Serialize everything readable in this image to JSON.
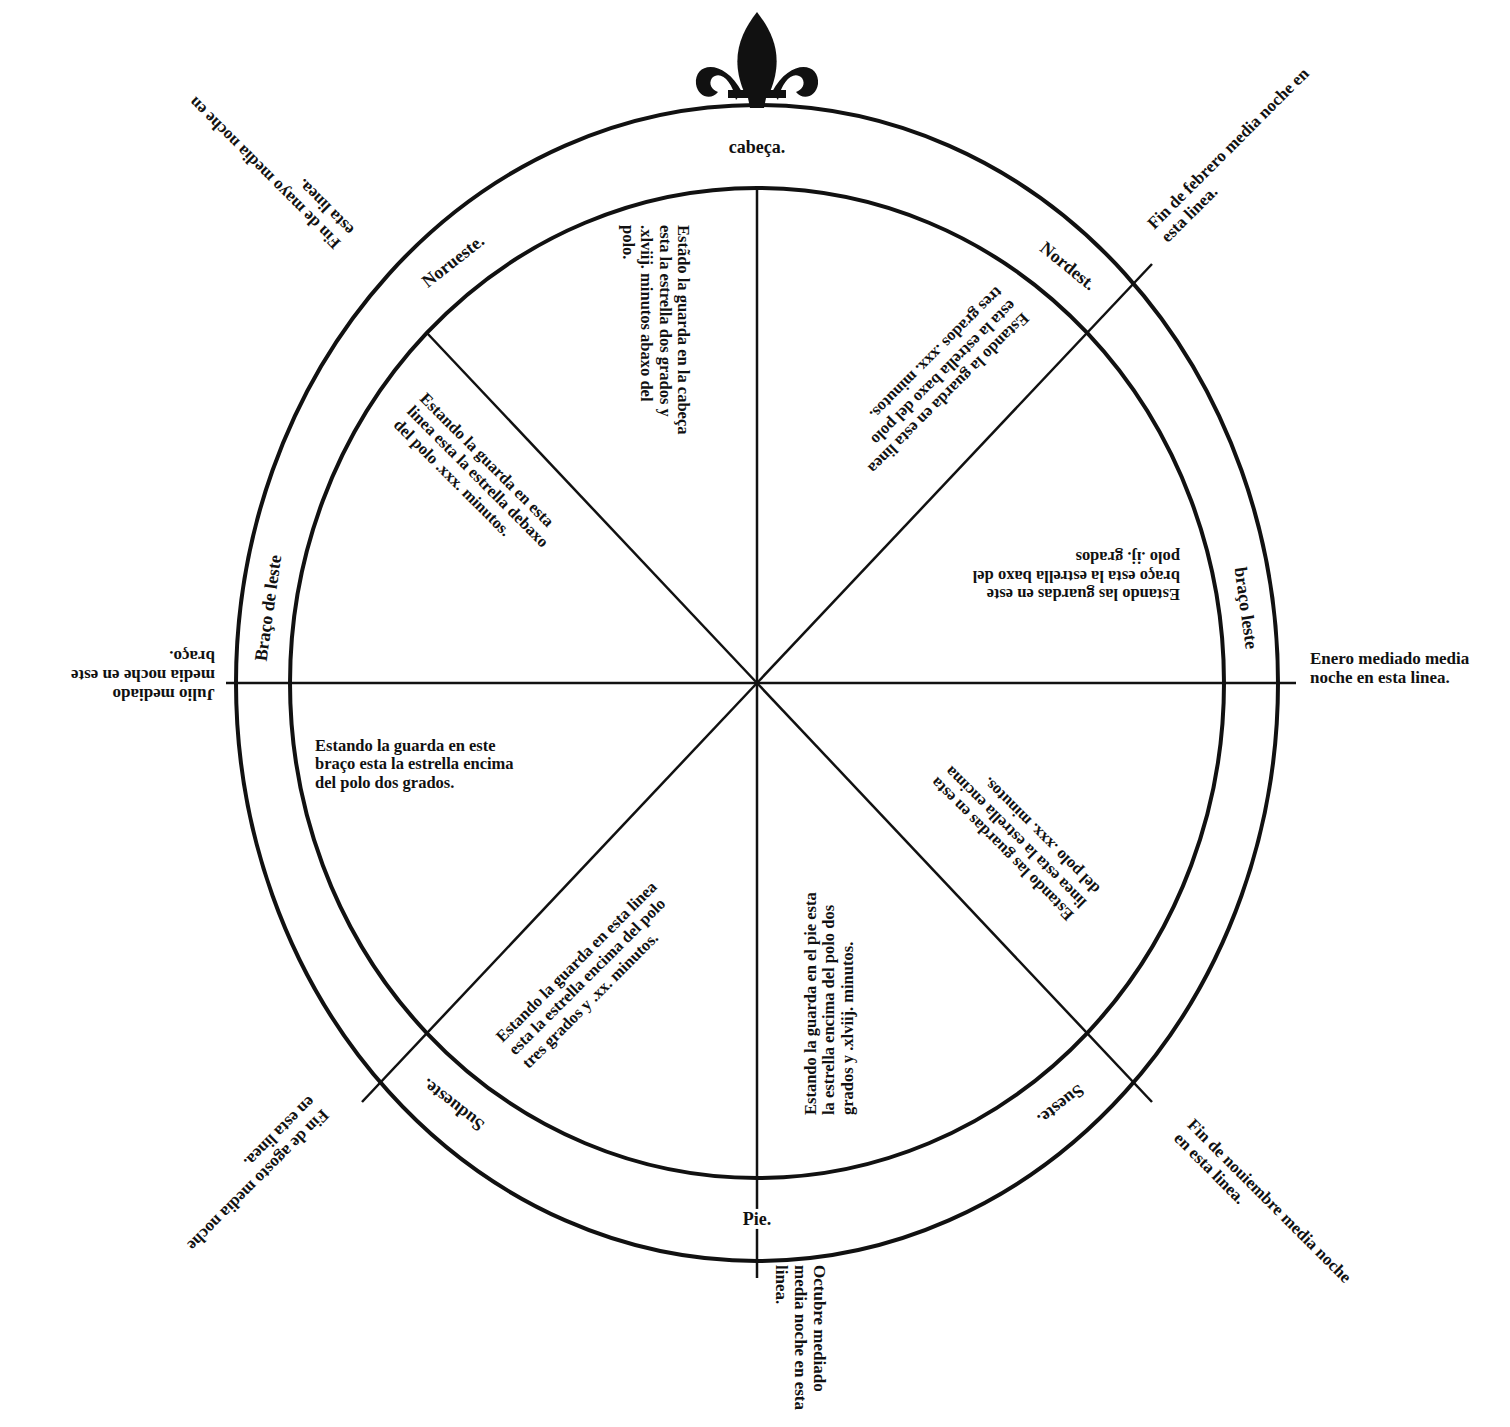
{
  "diagram": {
    "labels": [
      "Fin de mayo media noche en esta linea.",
      "cabeça.",
      "Fin de febrero media noche en esta linea.",
      "Norueste.",
      "Estãdo la guarda en la cabeça esta la estrella dos grados y .xlviij. minutos abaxo del polo.",
      "Estando la guarda en esta linea esta la estrella baxo del polo tres grados .xxx. minutos.",
      "Nordest.",
      "Estando la guarda en esta linea esta la estrella debaxo del polo .xxx. minutos.",
      "Estando las guardas en este braço esta la estrella baxo del polo .ij. grados",
      "Braço de leste",
      "braço leste",
      "Julio mediado media noche en este braço.",
      "Enero mediado media noche en esta linea.",
      "Estando la guarda en este braço esta la estrella encima del polo dos grados.",
      "Estando las guardas en esta linea esta la estrella encima del polo .xxx. minutos.",
      "Estando la guarda en esta linea esta la estrella encima del polo tres grados y .xx. minutos.",
      "Estando la guarda en el pie esta la estrella encima del polo dos grados y .xlviij. minutos.",
      "Sudueste.",
      "Sueste.",
      "Pie.",
      "Fin de agosto media noche en esta linea.",
      "Fin de nouiembre media noche en esta linea.",
      "Octubre mediado media noche en esta linea."
    ]
  }
}
